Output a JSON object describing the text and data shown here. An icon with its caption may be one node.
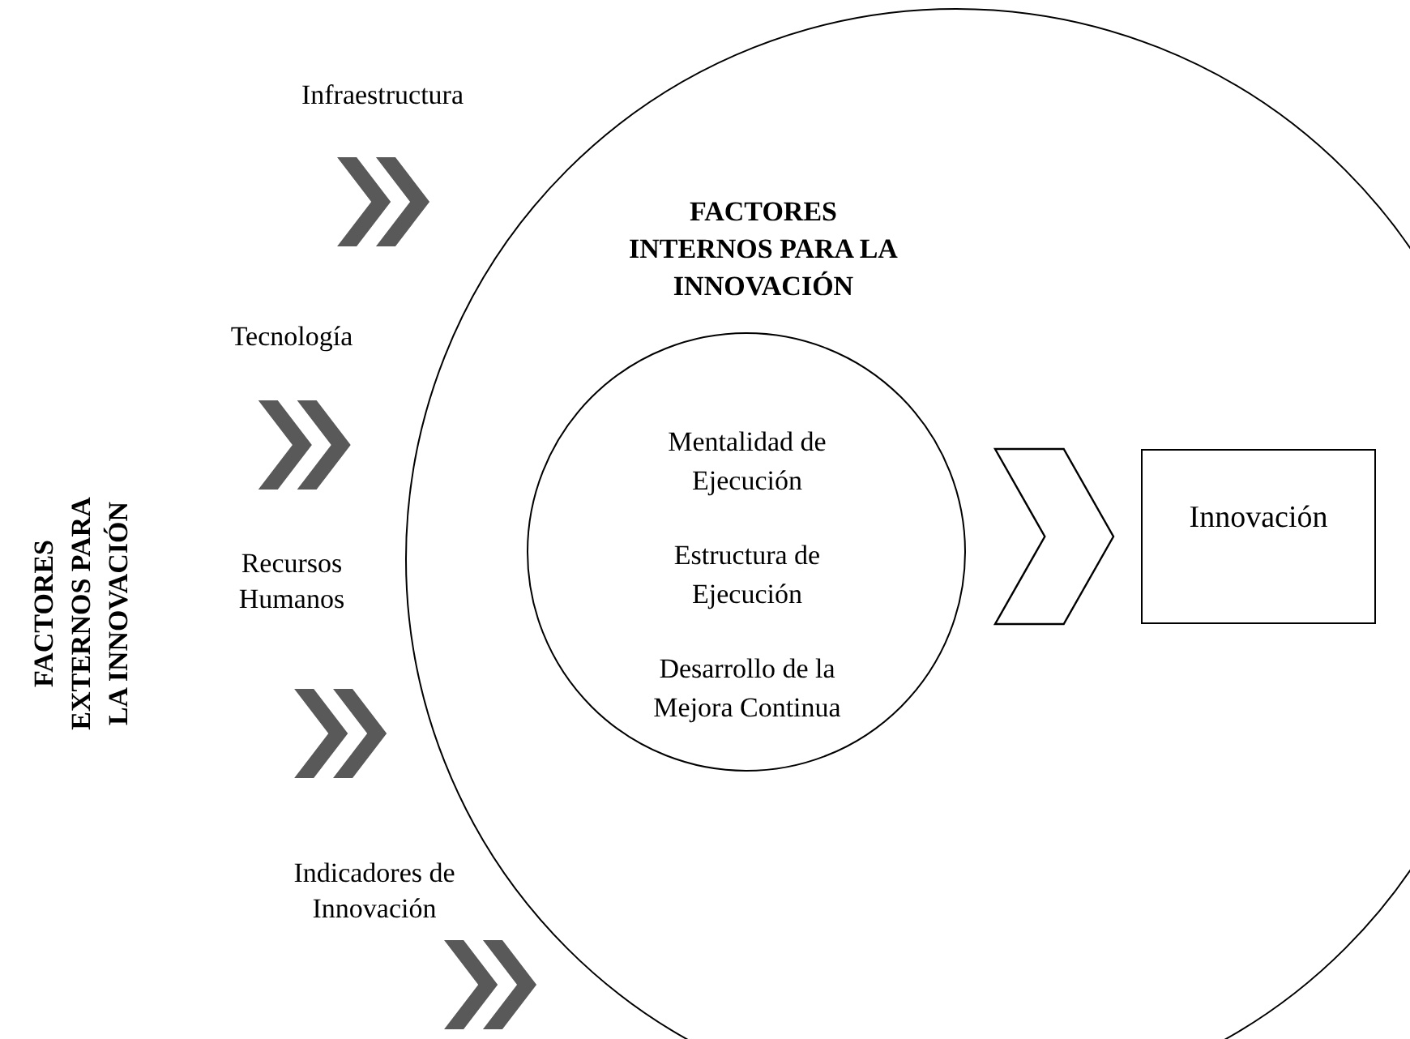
{
  "diagram": {
    "nodes": [
      {
        "text": [
          "FACTORES INTERNOS PARA LA INNOVACIÓN"
        ]
      },
      {
        "text": [
          "Mentalidad de Ejecución",
          "Estructura de Ejecución",
          "Desarrollo de la Mejora Continua"
        ],
        "in": 0
      },
      {
        "text": [
          "Innovación"
        ],
        "in": 0
      },
      {
        "text": [
          "Infraestructura"
        ]
      },
      {
        "text": [
          "Tecnología"
        ]
      },
      {
        "text": [
          "Recursos Humanos"
        ]
      },
      {
        "text": [
          "Indicadores de Innovación"
        ]
      }
    ],
    "edges": [
      {
        "from": 1,
        "to": 2,
        "arrow": "to"
      },
      {
        "from": 3,
        "to": 0,
        "arrow": "to",
        "style": "thick"
      },
      {
        "from": 4,
        "to": 0,
        "arrow": "to",
        "style": "thick"
      },
      {
        "from": 5,
        "to": 0,
        "arrow": "to",
        "style": "thick"
      },
      {
        "from": 6,
        "to": 0,
        "arrow": "to",
        "style": "thick"
      }
    ],
    "labels": [
      "FACTORES EXTERNOS PARA LA INNOVACIÓN"
    ]
  }
}
